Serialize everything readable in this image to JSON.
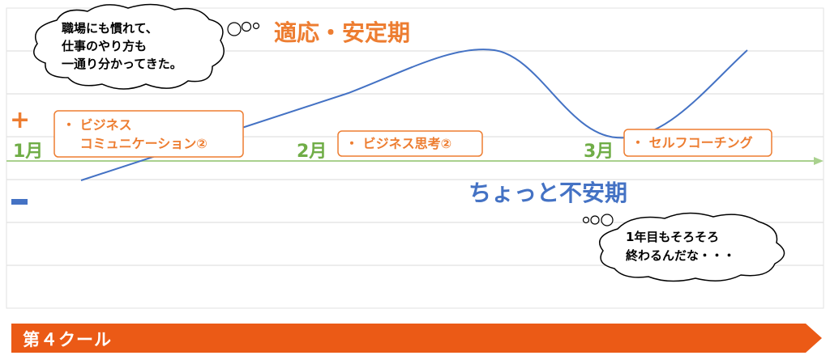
{
  "phase_labels": {
    "upper": "適応・安定期",
    "lower": "ちょっと不安期"
  },
  "axis": {
    "plus_sign": "+",
    "months": [
      "1月",
      "2月",
      "3月"
    ]
  },
  "topic_boxes": [
    {
      "lines": [
        "・ ビジネス",
        "　 コミュニケーション②"
      ]
    },
    {
      "lines": [
        "・ ビジネス思考②"
      ]
    },
    {
      "lines": [
        "・ セルフコーチング"
      ]
    }
  ],
  "thoughts": {
    "top": [
      "職場にも慣れて、",
      "仕事のやり方も",
      "一通り分かってきた。"
    ],
    "bottom": [
      "1年目もそろそろ",
      "終わるんだな・・・"
    ]
  },
  "banner": {
    "label": "第４クール"
  },
  "colors": {
    "orange": "#ED7D31",
    "blue": "#4472C4",
    "green": "#70AD47",
    "axis_green": "#A9D18E",
    "banner": "#EB5A16",
    "grid": "#D9D9D9"
  }
}
